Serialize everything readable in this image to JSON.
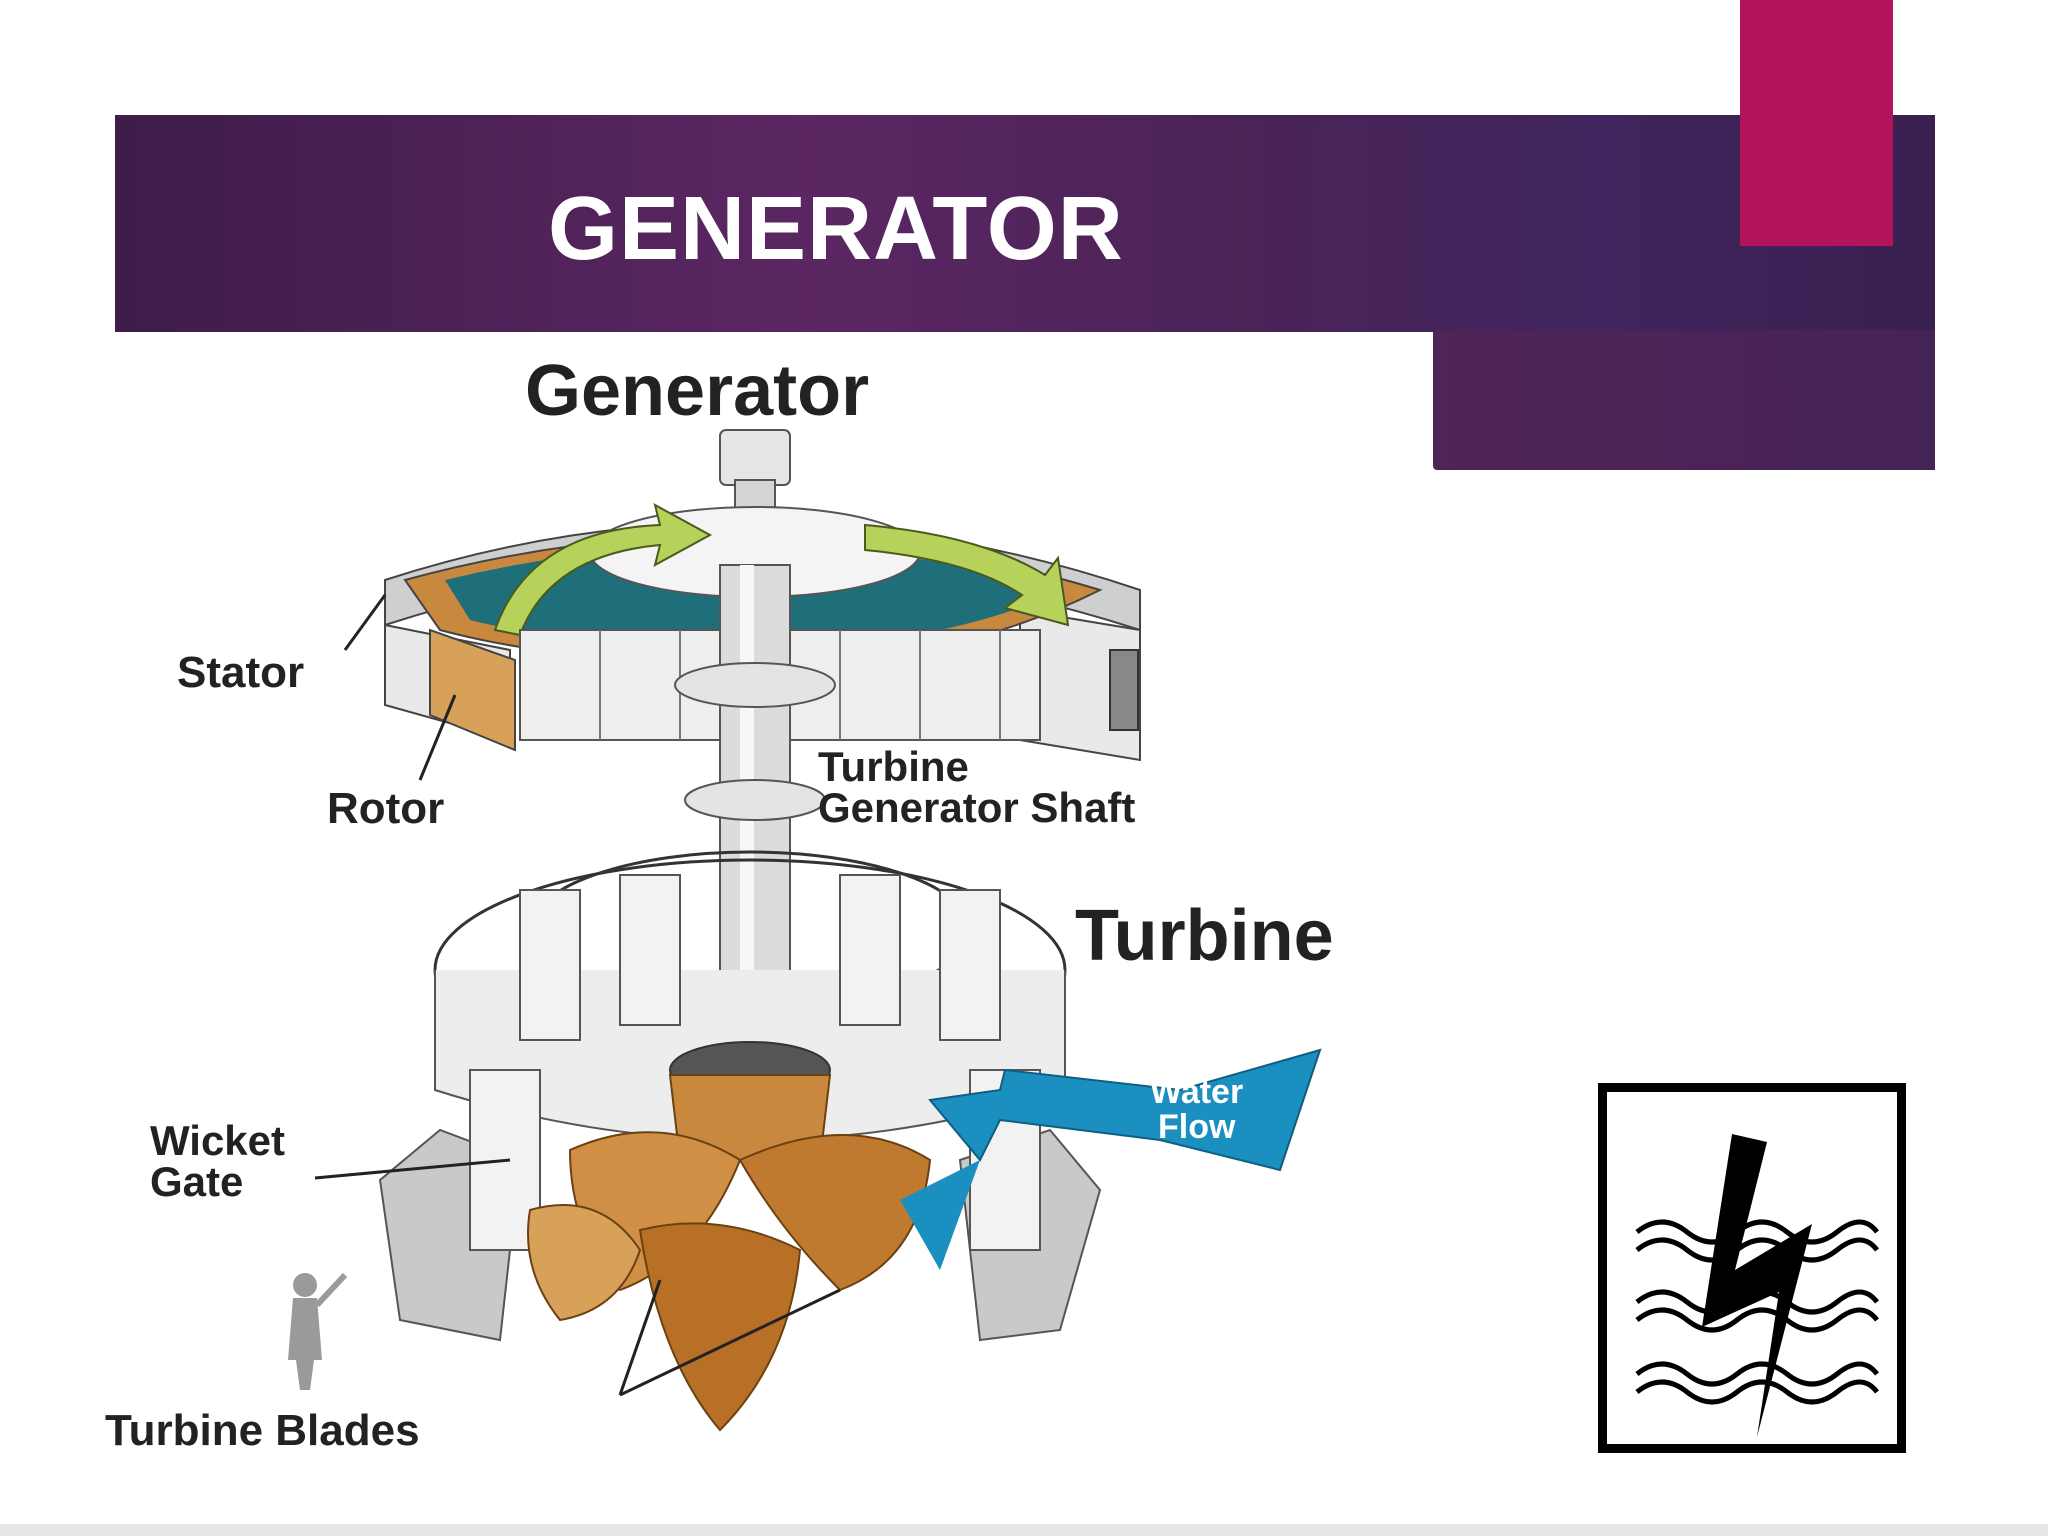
{
  "slide": {
    "title": "GENERATOR"
  },
  "diagram": {
    "heading": "Generator",
    "labels": {
      "stator": "Stator",
      "rotor": "Rotor",
      "shaft_line1": "Turbine",
      "shaft_line2": "Generator Shaft",
      "turbine": "Turbine",
      "water_line1": "Water",
      "water_line2": "Flow",
      "wicket_line1": "Wicket",
      "wicket_line2": "Gate",
      "blades": "Turbine Blades"
    }
  },
  "logo": {
    "icon": "lightning-water-icon"
  },
  "colors": {
    "title_band": "#4a2357",
    "accent_tab": "#b3125d",
    "water_flow": "#1a8fc0",
    "rotor_copper": "#c8893e",
    "stator_teal": "#1f6f7a"
  }
}
